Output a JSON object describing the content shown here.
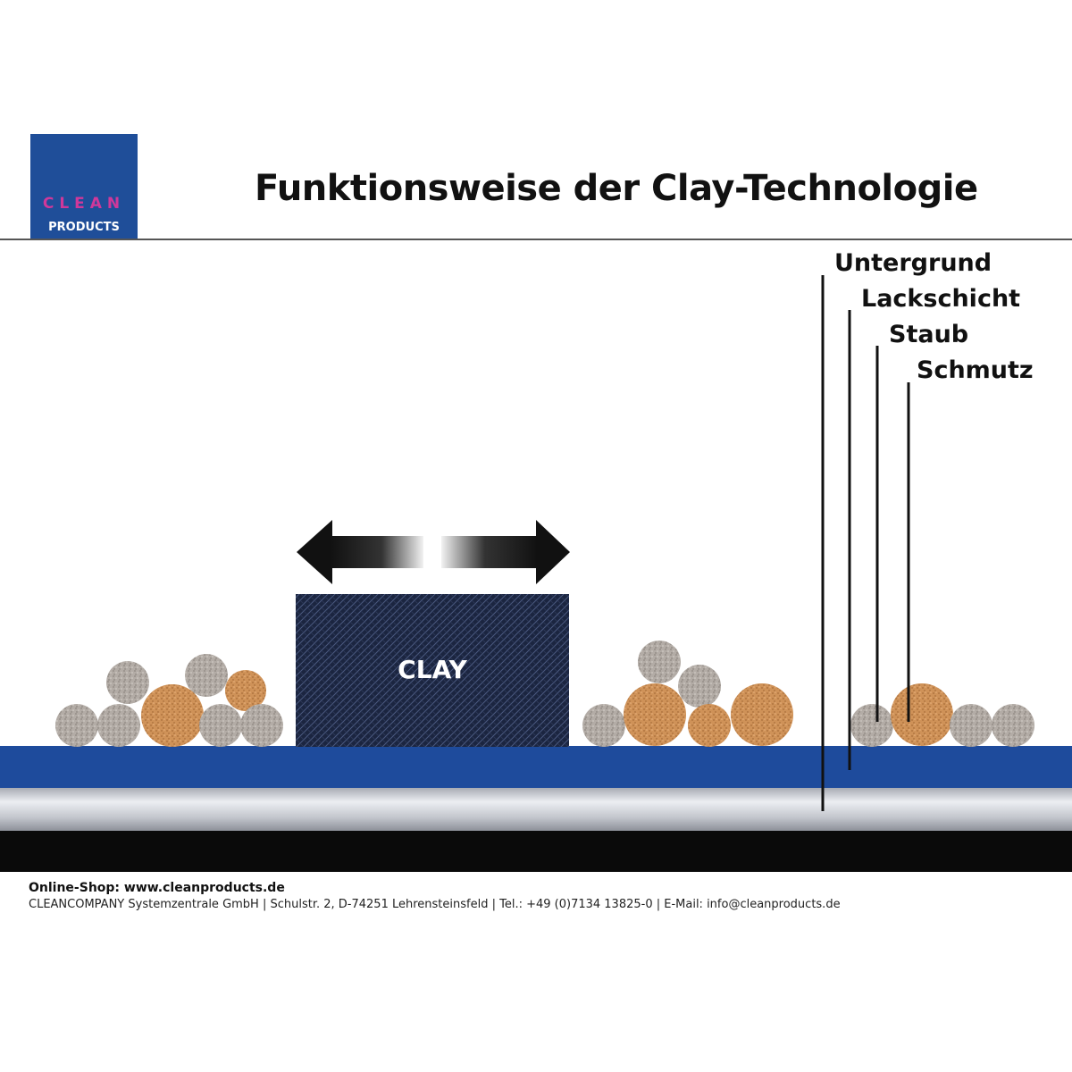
{
  "logo": {
    "line1": "CLEAN",
    "line2": "PRODUCTS",
    "background_color": "#1f4e99",
    "accent_color": "#d0389a"
  },
  "title": "Funktionsweise der Clay-Technologie",
  "clay_label": "CLAY",
  "layer_labels": {
    "untergrund": "Untergrund",
    "lackschicht": "Lackschicht",
    "staub": "Staub",
    "schmutz": "Schmutz"
  },
  "arrow_icon": "double-headed-arrow-icon",
  "colors": {
    "paint_layer": "#1e4b9c",
    "substrate": "#c7c9cf",
    "base": "#0a0a0a",
    "clay_block": "#1b2540",
    "dust_particle": "#b3aca6",
    "dirt_particle": "#cf9258"
  },
  "footer": {
    "shop": "Online-Shop:  www.cleanproducts.de",
    "company": "CLEANCOMPANY  Systemzentrale  GmbH  |  Schulstr.  2,  D-74251  Lehrensteinsfeld   |  Tel.:  +49  (0)7134  13825-0  |  E-Mail:  info@cleanproducts.de"
  }
}
